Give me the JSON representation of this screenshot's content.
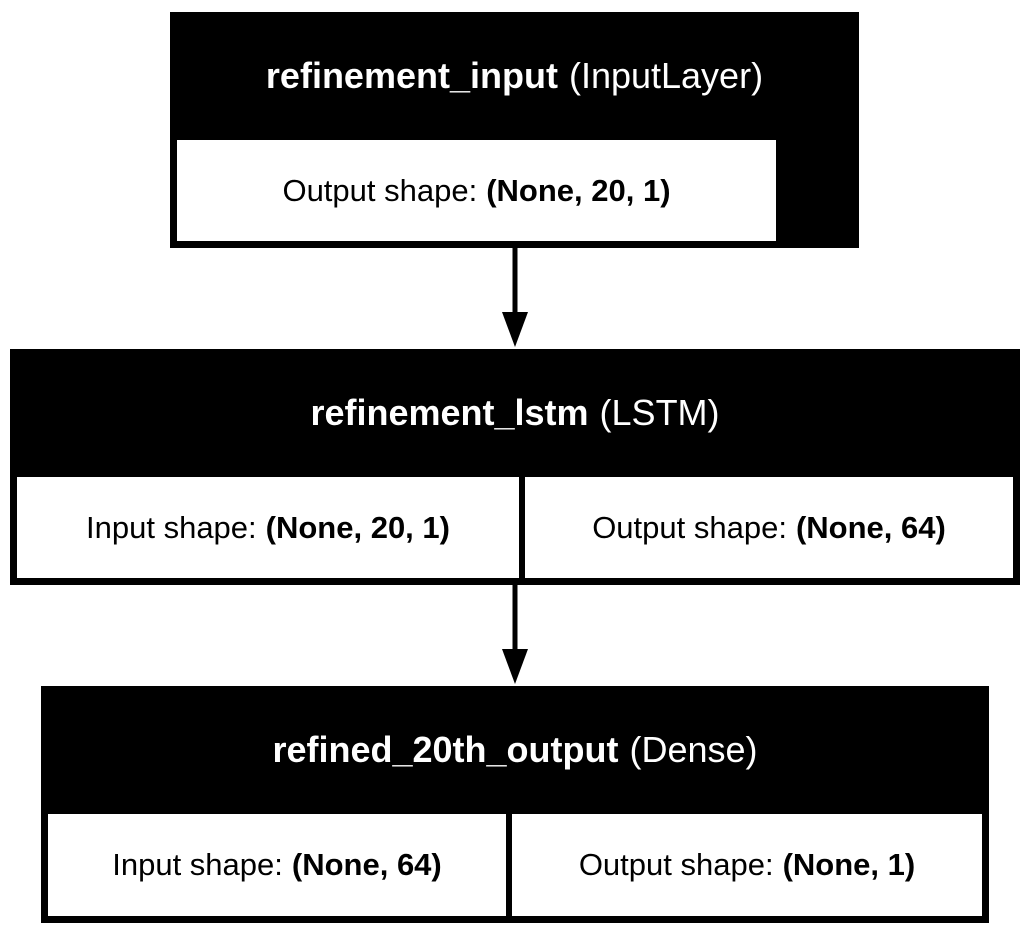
{
  "layers": [
    {
      "name": "refinement_input",
      "type": "(InputLayer)",
      "output_label": "Output shape:",
      "output_value": "(None, 20, 1)"
    },
    {
      "name": "refinement_lstm",
      "type": "(LSTM)",
      "input_label": "Input shape:",
      "input_value": "(None, 20, 1)",
      "output_label": "Output shape:",
      "output_value": "(None, 64)"
    },
    {
      "name": "refined_20th_output",
      "type": "(Dense)",
      "input_label": "Input shape:",
      "input_value": "(None, 64)",
      "output_label": "Output shape:",
      "output_value": "(None, 1)"
    }
  ],
  "colors": {
    "header_background": "#000000",
    "header_text": "#ffffff",
    "cell_background": "#ffffff",
    "cell_text": "#000000",
    "edge": "#000000"
  }
}
